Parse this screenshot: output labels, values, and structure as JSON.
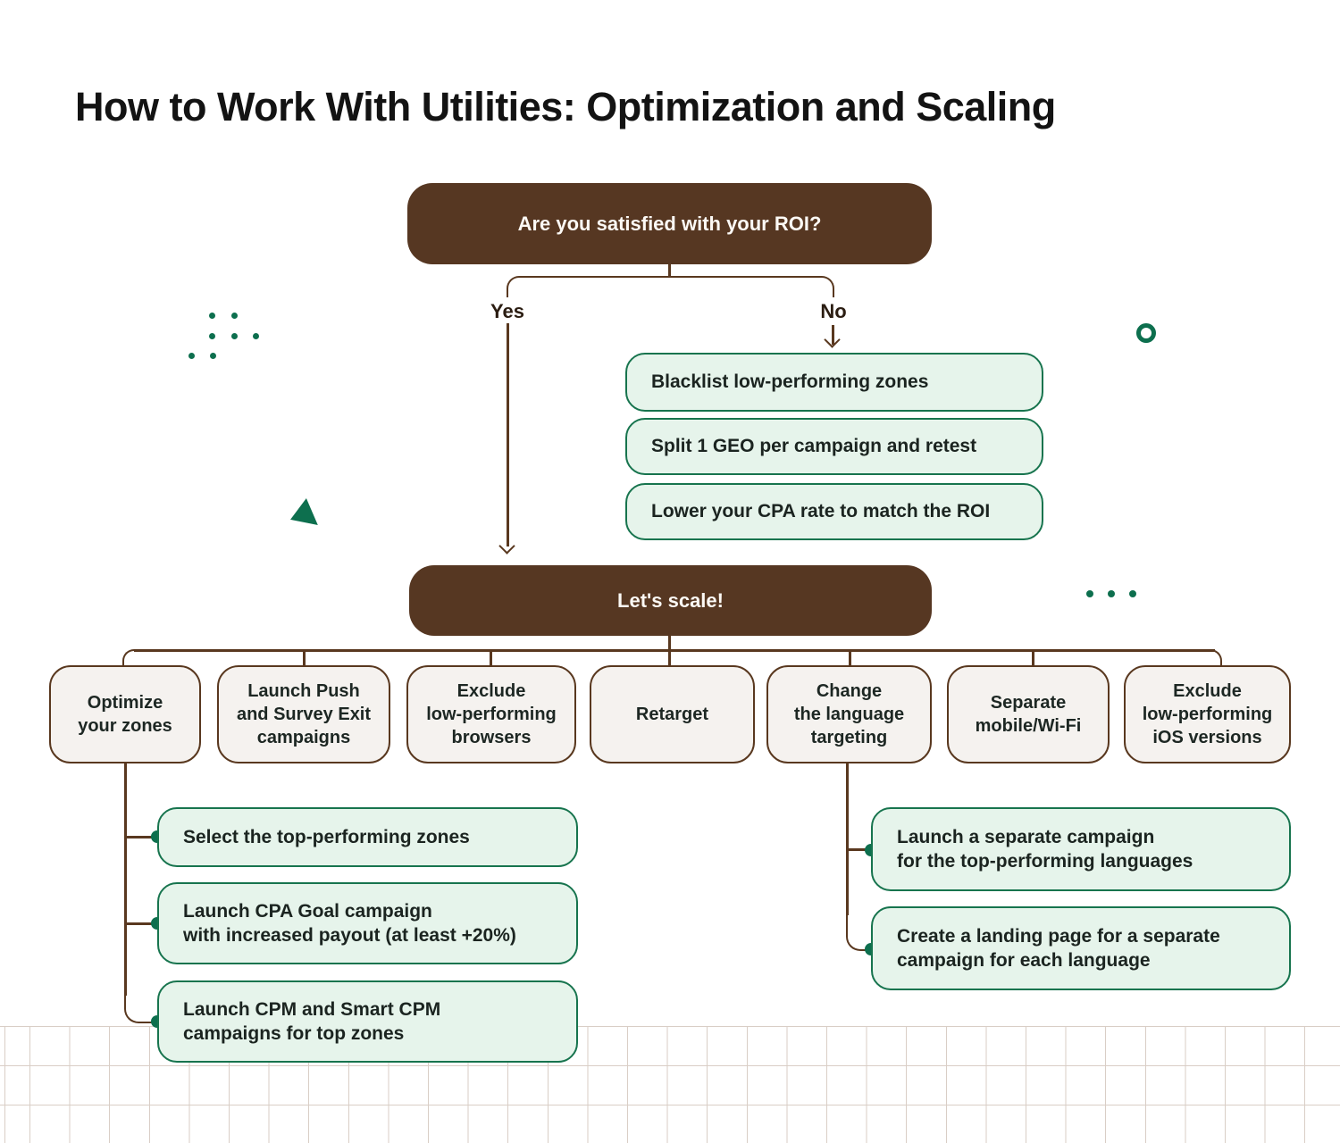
{
  "title": "How to Work With Utilities: Optimization and Scaling",
  "decision": {
    "question": "Are you satisfied with your ROI?",
    "yes_label": "Yes",
    "no_label": "No"
  },
  "no_branch": {
    "actions": [
      "Blacklist low-performing zones",
      "Split 1 GEO per campaign and retest",
      "Lower your CPA rate to match the ROI"
    ]
  },
  "yes_branch": {
    "node": "Let's scale!",
    "strategies": [
      "Optimize\nyour zones",
      "Launch Push\nand Survey Exit\ncampaigns",
      "Exclude\nlow-performing\nbrowsers",
      "Retarget",
      "Change\nthe language\ntargeting",
      "Separate\nmobile/Wi-Fi",
      "Exclude\nlow-performing\niOS versions"
    ],
    "optimize_zones_actions": [
      "Select the top-performing zones",
      "Launch CPA Goal campaign\nwith increased payout (at least +20%)",
      "Launch CPM and Smart CPM\ncampaigns for top zones"
    ],
    "language_targeting_actions": [
      "Launch a separate campaign\nfor the top-performing languages",
      "Create a landing page for a separate\ncampaign for each language"
    ]
  },
  "decorations": [
    "dots-cluster",
    "ring",
    "triangle",
    "ellipsis-dots",
    "square-grid"
  ],
  "colors": {
    "brown_node": "#563722",
    "connector_brown": "#59381f",
    "green_border": "#17744e",
    "green_fill": "#e6f4eb",
    "green_accent": "#0d6f4e",
    "strategy_fill": "#f5f2ef",
    "text_dark": "#1d2723",
    "grid_line": "#d9cec6",
    "background": "#ffffff"
  }
}
